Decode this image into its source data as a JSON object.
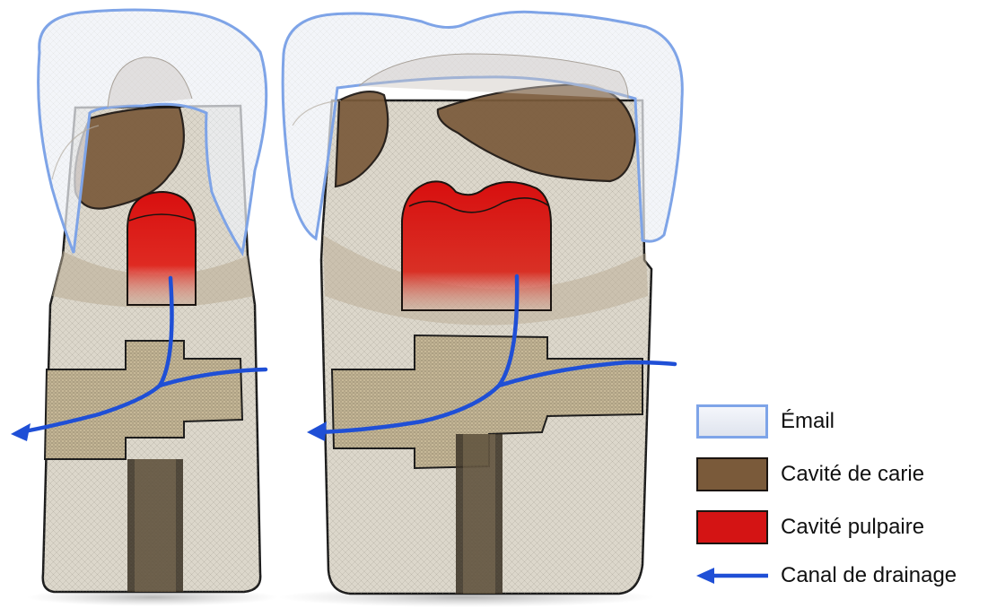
{
  "legend": {
    "items": [
      {
        "key": "enamel",
        "label": "Émail"
      },
      {
        "key": "caries",
        "label": "Cavité de carie"
      },
      {
        "key": "pulp",
        "label": "Cavité pulpaire"
      },
      {
        "key": "drain",
        "label": "Canal de drainage"
      }
    ]
  },
  "colors": {
    "enamel_outline": "#7ea4e8",
    "caries": "#7a5a3a",
    "pulp": "#d41414",
    "drain_canal": "#1f4fd6",
    "dentin": "#d9d3c4"
  }
}
